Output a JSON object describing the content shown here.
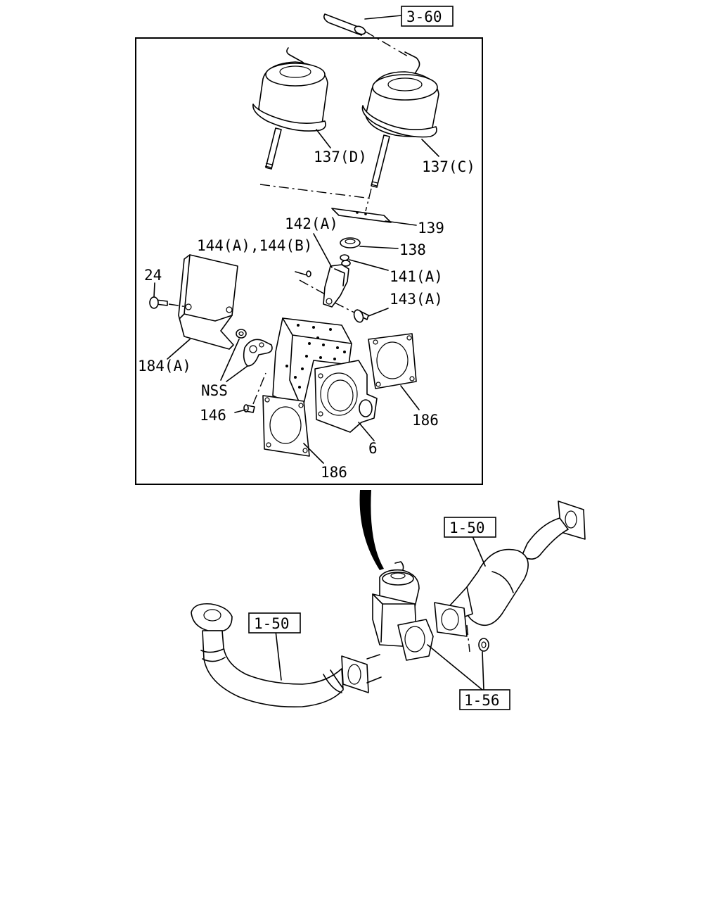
{
  "refs": {
    "hose_ref": "3-60",
    "front_pipe_ref": "1-50",
    "rear_pipe_ref": "1-50",
    "bottom_ref": "1-56"
  },
  "parts": {
    "p137d": "137(D)",
    "p137c": "137(C)",
    "p139": "139",
    "p142a": "142(A)",
    "p138": "138",
    "p144": "144(A),144(B)",
    "p141a": "141(A)",
    "p24": "24",
    "p143a": "143(A)",
    "p184a": "184(A)",
    "nss": "NSS",
    "p146": "146",
    "p186_right": "186",
    "p6": "6",
    "p186_bottom": "186"
  }
}
